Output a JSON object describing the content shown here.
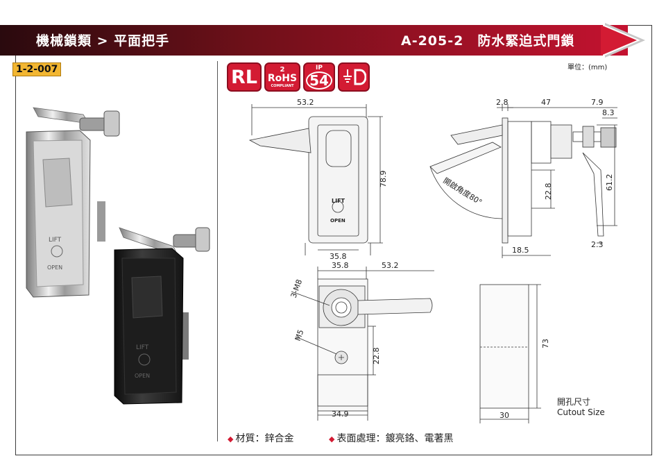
{
  "header": {
    "category": "機械鎖類 > 平面把手",
    "model_title": "A-205-2　防水緊迫式門鎖"
  },
  "code": "1-2-007",
  "unit": "單位：(mm)",
  "certifications": {
    "rl": "RL",
    "rohs_mark": "2",
    "rohs": "RoHS",
    "rohs_sub": "COMPLIANT",
    "ip_top": "IP",
    "ip": "54"
  },
  "front_view": {
    "width_total": "53.2",
    "height": "78.9",
    "body_width": "35.8",
    "lift": "LIFT",
    "open": "OPEN"
  },
  "side_view": {
    "d1": "2.8",
    "d2": "47",
    "d3": "7.9",
    "d4": "8.3",
    "d5": "22.8",
    "d6": "61.2",
    "d7": "18.5",
    "d8": "2.3",
    "opening_angle": "開啟角度80°"
  },
  "back_view": {
    "w1": "35.8",
    "w2": "53.2",
    "screw1": "3-M8",
    "screw2": "M5",
    "h1": "22.8",
    "w3": "34.9"
  },
  "cutout": {
    "height": "73",
    "width": "30",
    "label_zh": "開孔尺寸",
    "label_en": "Cutout Size"
  },
  "photo": {
    "lift_silver": "LIFT",
    "open_silver": "OPEN",
    "lift_black": "LIFT",
    "open_black": "OPEN"
  },
  "material": "材質：鋅合金",
  "finish": "表面處理：鍍亮鉻、電著黑",
  "colors": {
    "brand_red": "#d31b33",
    "badge_yellow": "#f2b632",
    "header_dark": "#2a0a0e"
  }
}
